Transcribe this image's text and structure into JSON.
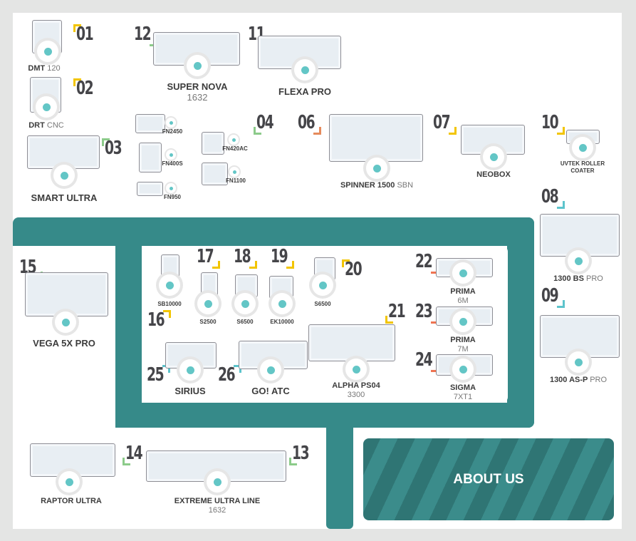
{
  "colors": {
    "path": "#368a89",
    "dot": "#63c6c6",
    "yellow": "#f2c500",
    "green": "#8ccb8a",
    "orange": "#e58a5c",
    "teal": "#5dc4cc",
    "red": "#ef7452"
  },
  "about_us": "ABOUT US",
  "stations": [
    {
      "num": "01",
      "name": "DMT",
      "suffix": "120",
      "accent": "yellow"
    },
    {
      "num": "02",
      "name": "DRT",
      "suffix": "CNC",
      "accent": "yellow"
    },
    {
      "num": "03",
      "name": "SMART ULTRA",
      "accent": "green"
    },
    {
      "num": "12",
      "name": "SUPER NOVA",
      "sub": "1632",
      "accent": "green"
    },
    {
      "num": "11",
      "name": "FLEXA PRO",
      "accent": "green"
    },
    {
      "num": "04",
      "accent": "green",
      "items": [
        "FN2450",
        "FN400S",
        "FN950",
        "FN420AC",
        "FN1100"
      ]
    },
    {
      "num": "06",
      "name": "SPINNER 1500",
      "suffix": "SBN",
      "accent": "orange"
    },
    {
      "num": "07",
      "name": "NEOBOX",
      "accent": "yellow"
    },
    {
      "num": "10",
      "name": "UVTEK ROLLER",
      "sub": "COATER",
      "accent": "yellow"
    },
    {
      "num": "08",
      "name": "1300 BS",
      "suffix": "PRO",
      "accent": "teal"
    },
    {
      "num": "09",
      "name": "1300 AS-P",
      "suffix": "PRO",
      "accent": "teal"
    },
    {
      "num": "15",
      "name": "VEGA 5X PRO",
      "accent": "green"
    },
    {
      "num": "16",
      "name": "SB10000",
      "accent": "yellow"
    },
    {
      "num": "17",
      "name": "S2500",
      "accent": "yellow"
    },
    {
      "num": "18",
      "name": "S6500",
      "accent": "yellow"
    },
    {
      "num": "19",
      "name": "EK10000",
      "accent": "yellow"
    },
    {
      "num": "20",
      "name": "S6500",
      "accent": "yellow"
    },
    {
      "num": "21",
      "name": "ALPHA PS04",
      "sub": "3300",
      "accent": "yellow"
    },
    {
      "num": "22",
      "name": "PRIMA",
      "sub": "6M",
      "accent": "red"
    },
    {
      "num": "23",
      "name": "PRIMA",
      "sub": "7M",
      "accent": "red"
    },
    {
      "num": "24",
      "name": "SIGMA",
      "sub": "7XT1",
      "accent": "red"
    },
    {
      "num": "25",
      "name": "SIRIUS",
      "accent": "teal"
    },
    {
      "num": "26",
      "name": "GO! ATC",
      "accent": "teal"
    },
    {
      "num": "14",
      "name": "RAPTOR ULTRA",
      "accent": "green"
    },
    {
      "num": "13",
      "name": "EXTREME ULTRA LINE",
      "sub": "1632",
      "accent": "green"
    }
  ]
}
